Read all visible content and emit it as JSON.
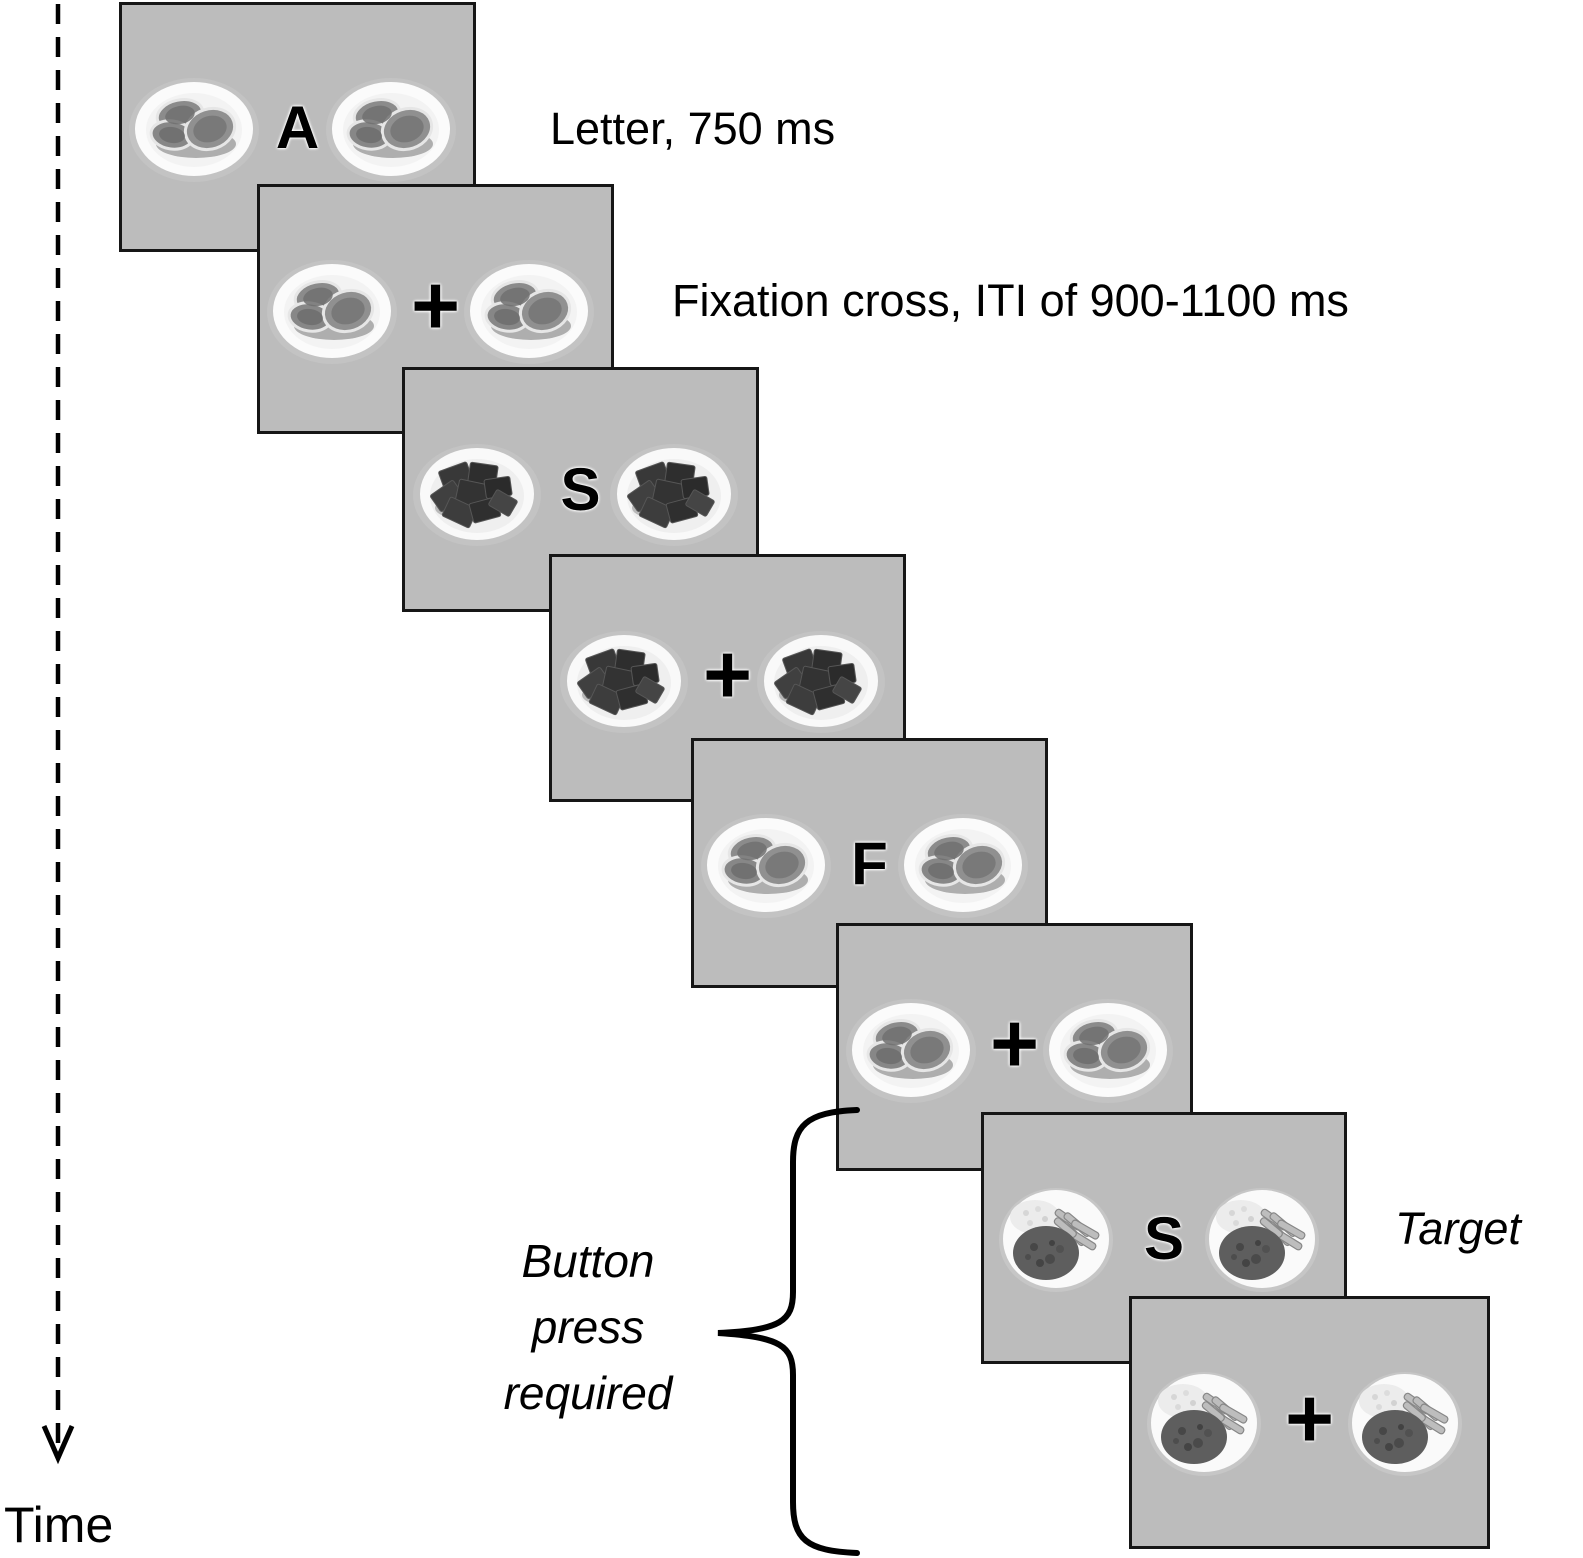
{
  "figure": {
    "time_label": "Time",
    "annotations": {
      "letter": "Letter, 750 ms",
      "fixation": "Fixation cross, ITI of 900-1100 ms",
      "target": "Target",
      "button_press": {
        "line1": "Button",
        "line2": "press",
        "line3": "required"
      }
    },
    "panels": [
      {
        "stimulus": "A",
        "food": "meat-slices"
      },
      {
        "stimulus": "+",
        "food": "meat-slices"
      },
      {
        "stimulus": "S",
        "food": "chocolate-pieces"
      },
      {
        "stimulus": "+",
        "food": "chocolate-pieces"
      },
      {
        "stimulus": "F",
        "food": "meat-slices"
      },
      {
        "stimulus": "+",
        "food": "meat-slices"
      },
      {
        "stimulus": "S",
        "food": "meal-plate"
      },
      {
        "stimulus": "+",
        "food": "meal-plate"
      }
    ],
    "colors": {
      "panel_bg": "#bcbcbc",
      "panel_border": "#161616",
      "text": "#000000"
    }
  }
}
